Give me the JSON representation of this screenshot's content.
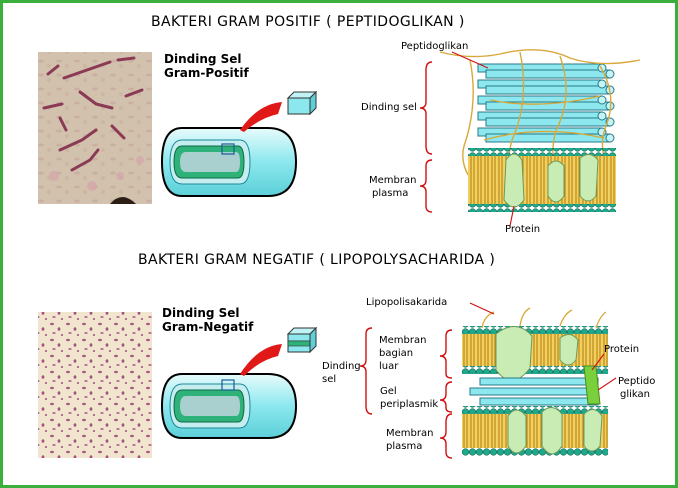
{
  "positive": {
    "title": "BAKTERI GRAM POSITIF ( PEPTIDOGLIKAN )",
    "cell_label_1": "Dinding Sel",
    "cell_label_2": "Gram-Positif",
    "labels": {
      "peptidoglikan": "Peptidoglikan",
      "dinding_sel": "Dinding sel",
      "membran_1": "Membran",
      "membran_2": "plasma",
      "protein": "Protein"
    }
  },
  "negative": {
    "title": "BAKTERI GRAM NEGATIF ( LIPOPOLYSACHARIDA )",
    "cell_label_1": "Dinding Sel",
    "cell_label_2": "Gram-Negatif",
    "labels": {
      "lipopolisakarida": "Lipopolisakarida",
      "dinding_1": "Dinding",
      "dinding_2": "sel",
      "membran_luar_1": "Membran",
      "membran_luar_2": "bagian",
      "membran_luar_3": "luar",
      "gel_1": "Gel",
      "gel_2": "periplasmik",
      "membran_plasma_1": "Membran",
      "membran_plasma_2": "plasma",
      "protein": "Protein",
      "peptido_1": "Peptido",
      "peptido_2": "glikan"
    }
  },
  "colors": {
    "frame": "#3cae3c",
    "cyan": "#8ce8ee",
    "lipid_head": "#1fa88a",
    "lipid_tail": "#d9a526",
    "protein": "#c8ecb4",
    "bracket": "#d01010",
    "red_pointer": "#e01818",
    "fiber": "#d8a93a"
  }
}
